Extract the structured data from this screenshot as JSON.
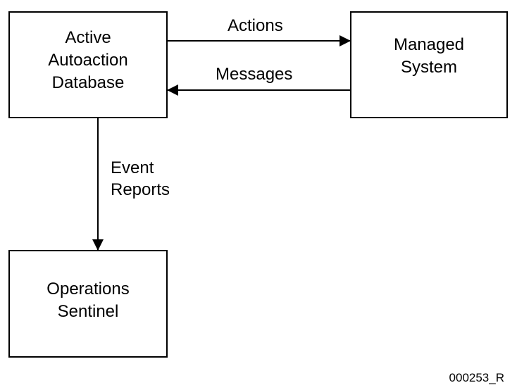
{
  "nodes": {
    "autoaction_db": {
      "lines": [
        "Active",
        "Autoaction",
        "Database"
      ]
    },
    "managed_system": {
      "lines": [
        "Managed",
        "System"
      ]
    },
    "operations_sentinel": {
      "lines": [
        "Operations",
        "Sentinel"
      ]
    }
  },
  "edges": {
    "actions": {
      "label": "Actions"
    },
    "messages": {
      "label": "Messages"
    },
    "event_reports": {
      "lines": [
        "Event",
        "Reports"
      ]
    }
  },
  "figure_id": "000253_R"
}
